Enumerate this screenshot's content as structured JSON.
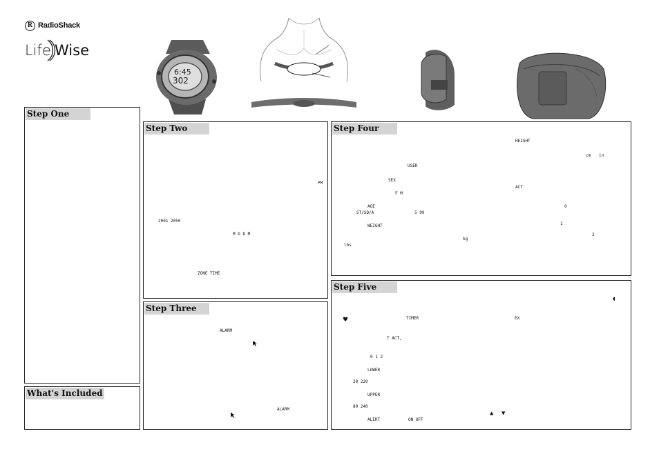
{
  "brand": {
    "mark": "R",
    "name": "RadioShack"
  },
  "logo_text": {
    "part1": "Life",
    "part2": "Wise"
  },
  "watch_display": {
    "line1": "6:45",
    "line2": "302"
  },
  "panels": {
    "step_one": {
      "title": "Step One"
    },
    "whats_included": {
      "title": "What's Included"
    },
    "step_two": {
      "title": "Step Two",
      "tokens": {
        "pm": "PM",
        "year_range": "2001   2050",
        "date_format": "M  D    D  M",
        "zone_time": "ZONE TIME"
      }
    },
    "step_three": {
      "title": "Step Three",
      "tokens": {
        "alarm1": "ALARM",
        "alarm2": "ALARM"
      }
    },
    "step_four": {
      "title": "Step Four",
      "tokens": {
        "height": "HEIGHT",
        "cm": "cm",
        "in": "in",
        "user": "USER",
        "sex": "SEX",
        "act": "ACT",
        "f_m": "F   M",
        "age": "AGE",
        "st_sd": "ST/SD/A",
        "range": "5   99",
        "zero": "0",
        "weight": "WEIGHT",
        "one": "1",
        "kg": "kg",
        "two": "2",
        "lbs": "lbs"
      }
    },
    "step_five": {
      "title": "Step Five",
      "tokens": {
        "timer": "TIMER",
        "ex": "EX",
        "t_act": "T ACT,",
        "nums": "0  1  2",
        "lower": "LOWER",
        "lower_range": "30   220",
        "upper": "UPPER",
        "upper_range": "80   240",
        "alert": "ALERT",
        "on_off": "ON    OFF"
      }
    }
  }
}
